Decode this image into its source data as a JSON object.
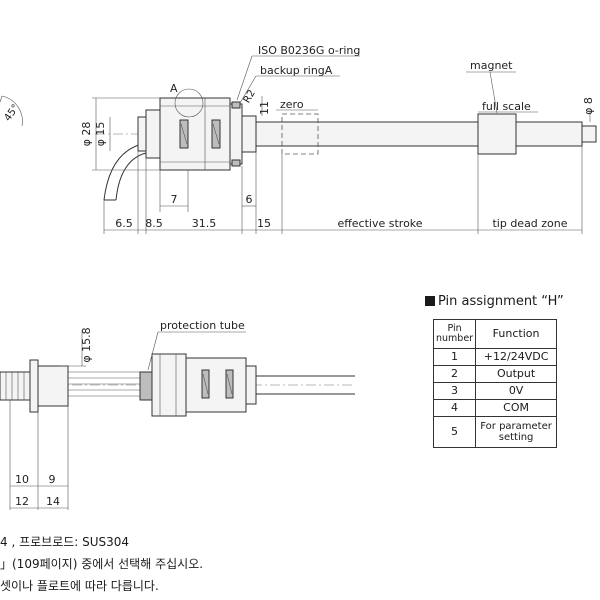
{
  "top_view": {
    "labels": {
      "iso": "ISO B0236G o-ring",
      "backup": "backup ringA",
      "magnet": "magnet",
      "zero": "zero",
      "full_scale": "full scale",
      "detail_a": "A",
      "radius": "R2",
      "angle": "45°",
      "phi28": "φ 28",
      "phi15": "φ 15",
      "phi8": "φ 8",
      "d11": "11",
      "d7": "7",
      "d6": "6",
      "d65": "6.5",
      "d85": "8.5",
      "d315": "31.5",
      "d15": "15",
      "effective_stroke": "effective stroke",
      "tip_dead_zone": "tip dead zone"
    }
  },
  "bottom_view": {
    "labels": {
      "protection_tube": "protection tube",
      "phi158": "φ 15.8",
      "d10": "10",
      "d9": "9",
      "d12": "12",
      "d14": "14"
    }
  },
  "pin_table": {
    "title": "Pin assignment “H”",
    "header_pin": [
      "Pin",
      "number"
    ],
    "header_function": "Function",
    "rows": [
      {
        "pin": "1",
        "function": "+12/24VDC"
      },
      {
        "pin": "2",
        "function": "Output"
      },
      {
        "pin": "3",
        "function": "0V"
      },
      {
        "pin": "4",
        "function": "COM"
      },
      {
        "pin": "5",
        "function": "For parameter setting"
      }
    ],
    "row5_lines": [
      "For parameter",
      "setting"
    ]
  },
  "notes": [
    "4 , 프로브로드: SUS304",
    "」(109페이지) 중에서 선택해 주십시오.",
    "셋이나 플로트에 따라 다릅니다."
  ]
}
